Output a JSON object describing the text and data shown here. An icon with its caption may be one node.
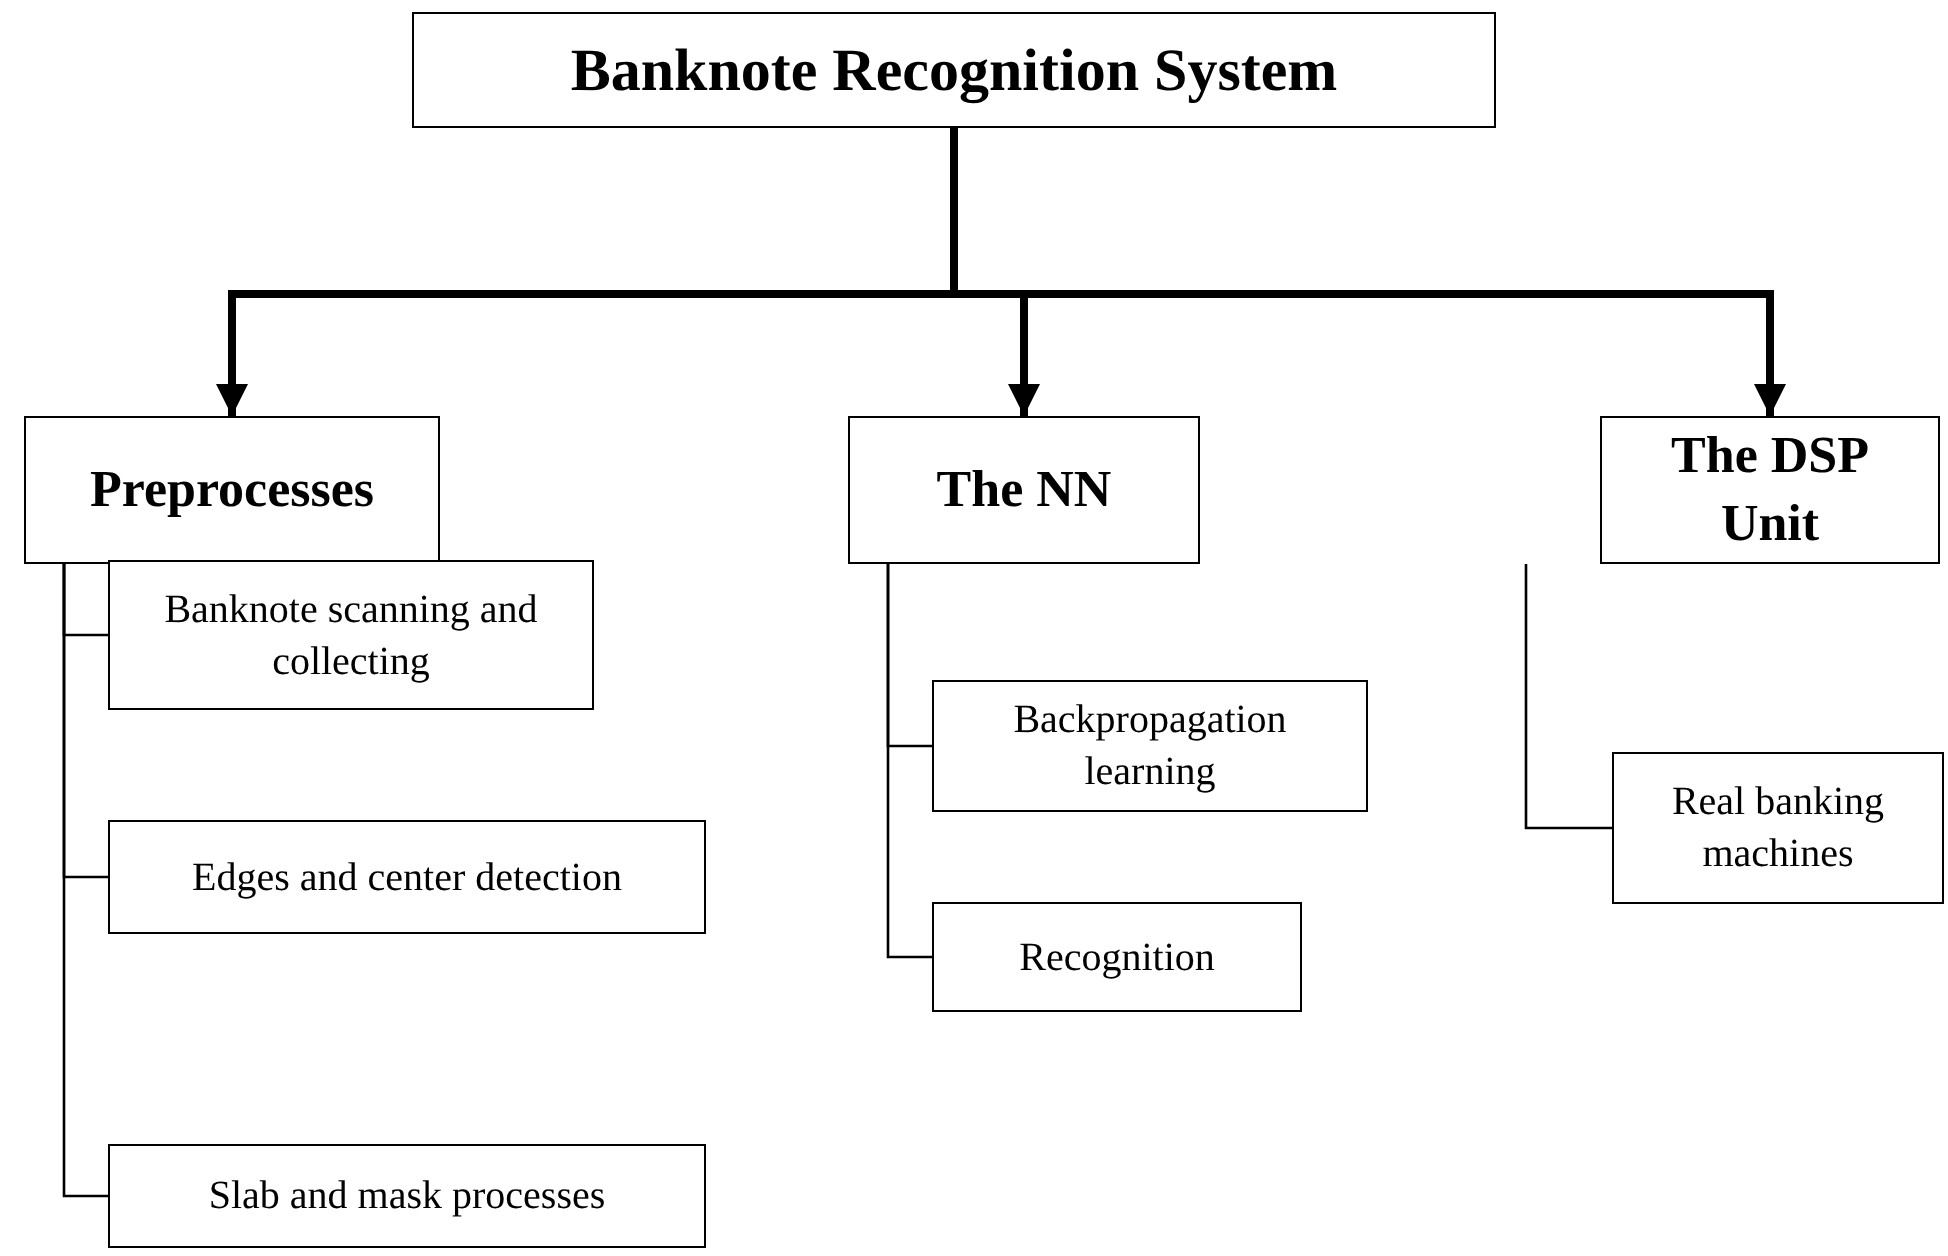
{
  "diagram": {
    "nodes": [
      {
        "text": [
          "Banknote Recognition System"
        ]
      },
      {
        "text": [
          "Preprocesses"
        ]
      },
      {
        "text": [
          "The NN"
        ]
      },
      {
        "text": [
          "The DSP Unit"
        ]
      },
      {
        "text": [
          "Banknote scanning and collecting"
        ]
      },
      {
        "text": [
          "Edges and center detection"
        ]
      },
      {
        "text": [
          "Slab and mask processes"
        ]
      },
      {
        "text": [
          "Backpropagation learning"
        ]
      },
      {
        "text": [
          "Recognition"
        ]
      },
      {
        "text": [
          "Real banking machines"
        ]
      }
    ],
    "edges": [
      {
        "from": 0,
        "to": 1,
        "arrow": "to",
        "style": "thick"
      },
      {
        "from": 0,
        "to": 2,
        "arrow": "to",
        "style": "thick"
      },
      {
        "from": 0,
        "to": 3,
        "arrow": "to",
        "style": "thick"
      },
      {
        "from": 1,
        "to": 4,
        "arrow": "none"
      },
      {
        "from": 1,
        "to": 5,
        "arrow": "none"
      },
      {
        "from": 1,
        "to": 6,
        "arrow": "none"
      },
      {
        "from": 2,
        "to": 7,
        "arrow": "none"
      },
      {
        "from": 2,
        "to": 8,
        "arrow": "none"
      },
      {
        "from": 3,
        "to": 9,
        "arrow": "none"
      }
    ]
  }
}
